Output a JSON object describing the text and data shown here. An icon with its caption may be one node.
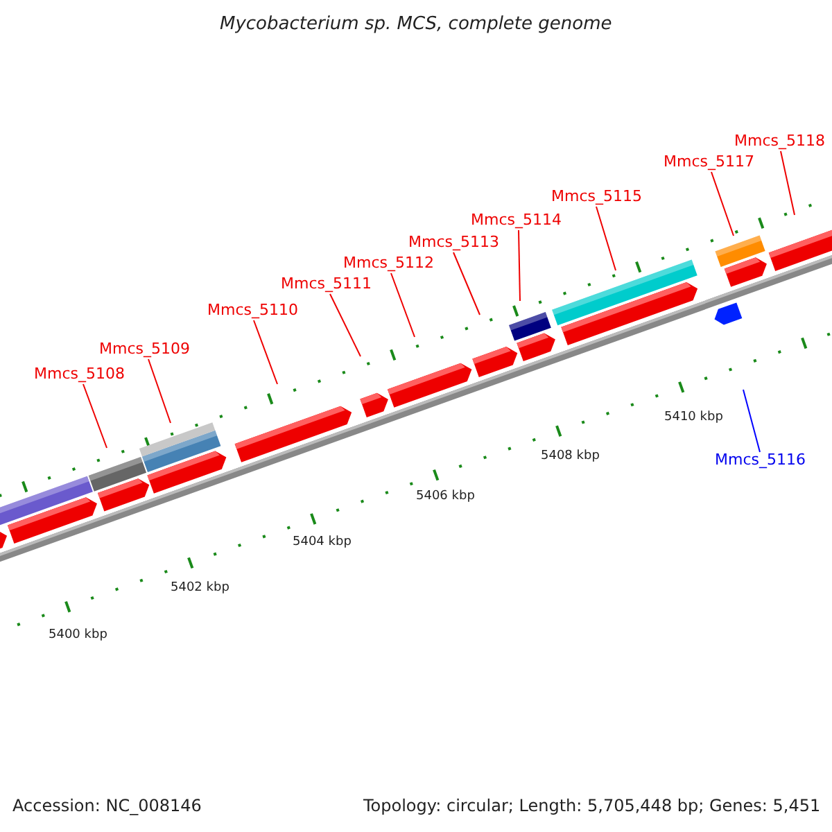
{
  "diagram": {
    "title": "Mycobacterium sp. MCS, complete genome",
    "nodes": [
      {
        "text": [
          "Mmcs_5108"
        ]
      },
      {
        "text": [
          "Mmcs_5109"
        ]
      },
      {
        "text": [
          "Mmcs_5110"
        ]
      },
      {
        "text": [
          "Mmcs_5111"
        ]
      },
      {
        "text": [
          "Mmcs_5112"
        ]
      },
      {
        "text": [
          "Mmcs_5113"
        ]
      },
      {
        "text": [
          "Mmcs_5114"
        ]
      },
      {
        "text": [
          "Mmcs_5115"
        ]
      },
      {
        "text": [
          "Mmcs_5116"
        ]
      },
      {
        "text": [
          "Mmcs_5117"
        ]
      },
      {
        "text": [
          "Mmcs_5118"
        ]
      }
    ],
    "edges": [
      {
        "from": 0,
        "to": null,
        "arrow": "none"
      },
      {
        "from": 1,
        "to": null,
        "arrow": "none"
      },
      {
        "from": 2,
        "to": null,
        "arrow": "none"
      },
      {
        "from": 3,
        "to": null,
        "arrow": "none"
      },
      {
        "from": 4,
        "to": null,
        "arrow": "none"
      },
      {
        "from": 5,
        "to": null,
        "arrow": "none"
      },
      {
        "from": 6,
        "to": null,
        "arrow": "none"
      },
      {
        "from": 7,
        "to": null,
        "arrow": "none"
      },
      {
        "from": 8,
        "to": null,
        "arrow": "none",
        "color": "#0000ff"
      },
      {
        "from": 9,
        "to": null,
        "arrow": "none"
      },
      {
        "from": 10,
        "to": null,
        "arrow": "none"
      }
    ],
    "labels": [
      "5400 kbp",
      "5402 kbp",
      "5404 kbp",
      "5406 kbp",
      "5408 kbp",
      "5410 kbp",
      "Accession: NC_008146",
      "Topology: circular; Length: 5,705,448 bp; Genes: 5,451"
    ]
  }
}
